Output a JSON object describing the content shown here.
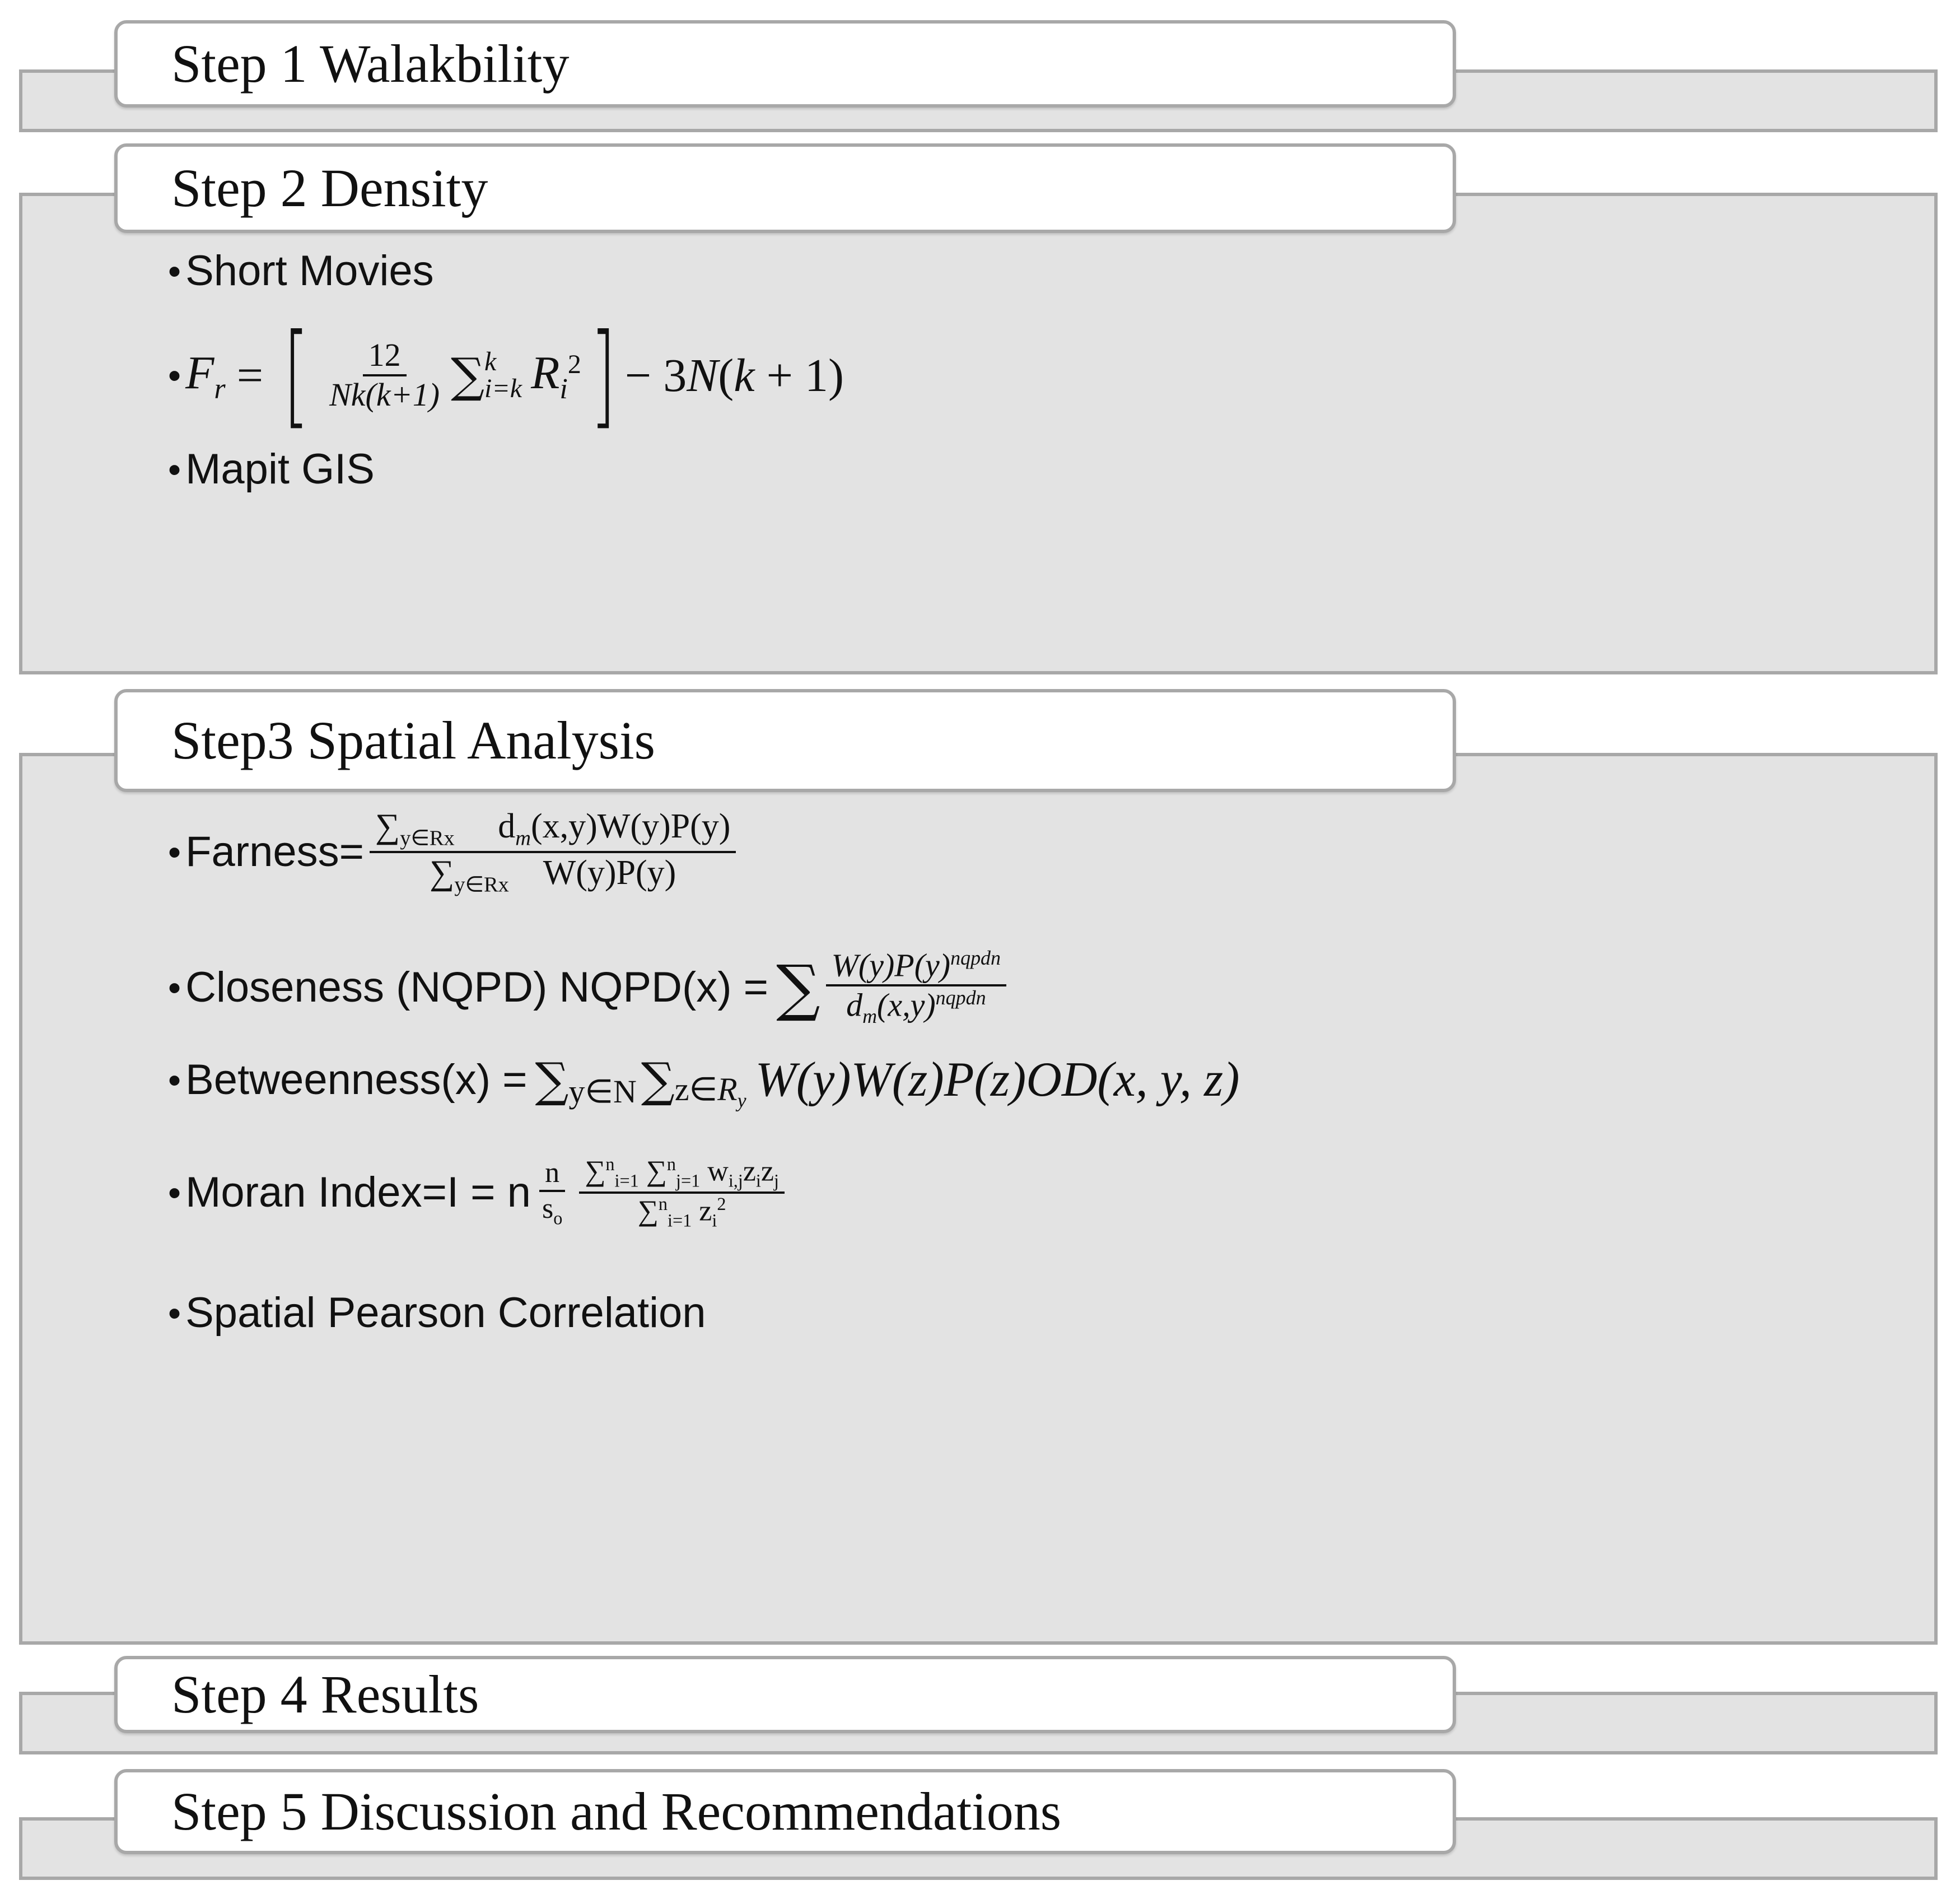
{
  "steps": [
    {
      "title": "Step 1 Walakbility"
    },
    {
      "title": "Step 2 Density",
      "items": [
        "Short Movies",
        "Mapit GIS"
      ]
    },
    {
      "title": "Step3 Spatial Analysis",
      "items": [
        "Farness=",
        "Closeness (NQPD) NQPD(x) =",
        "Betweenness(x) =",
        "Moran Index=I = n",
        "Spatial Pearson Correlation"
      ]
    },
    {
      "title": "Step 4 Results"
    },
    {
      "title": "Step 5 Discussion and Recommendations"
    }
  ]
}
